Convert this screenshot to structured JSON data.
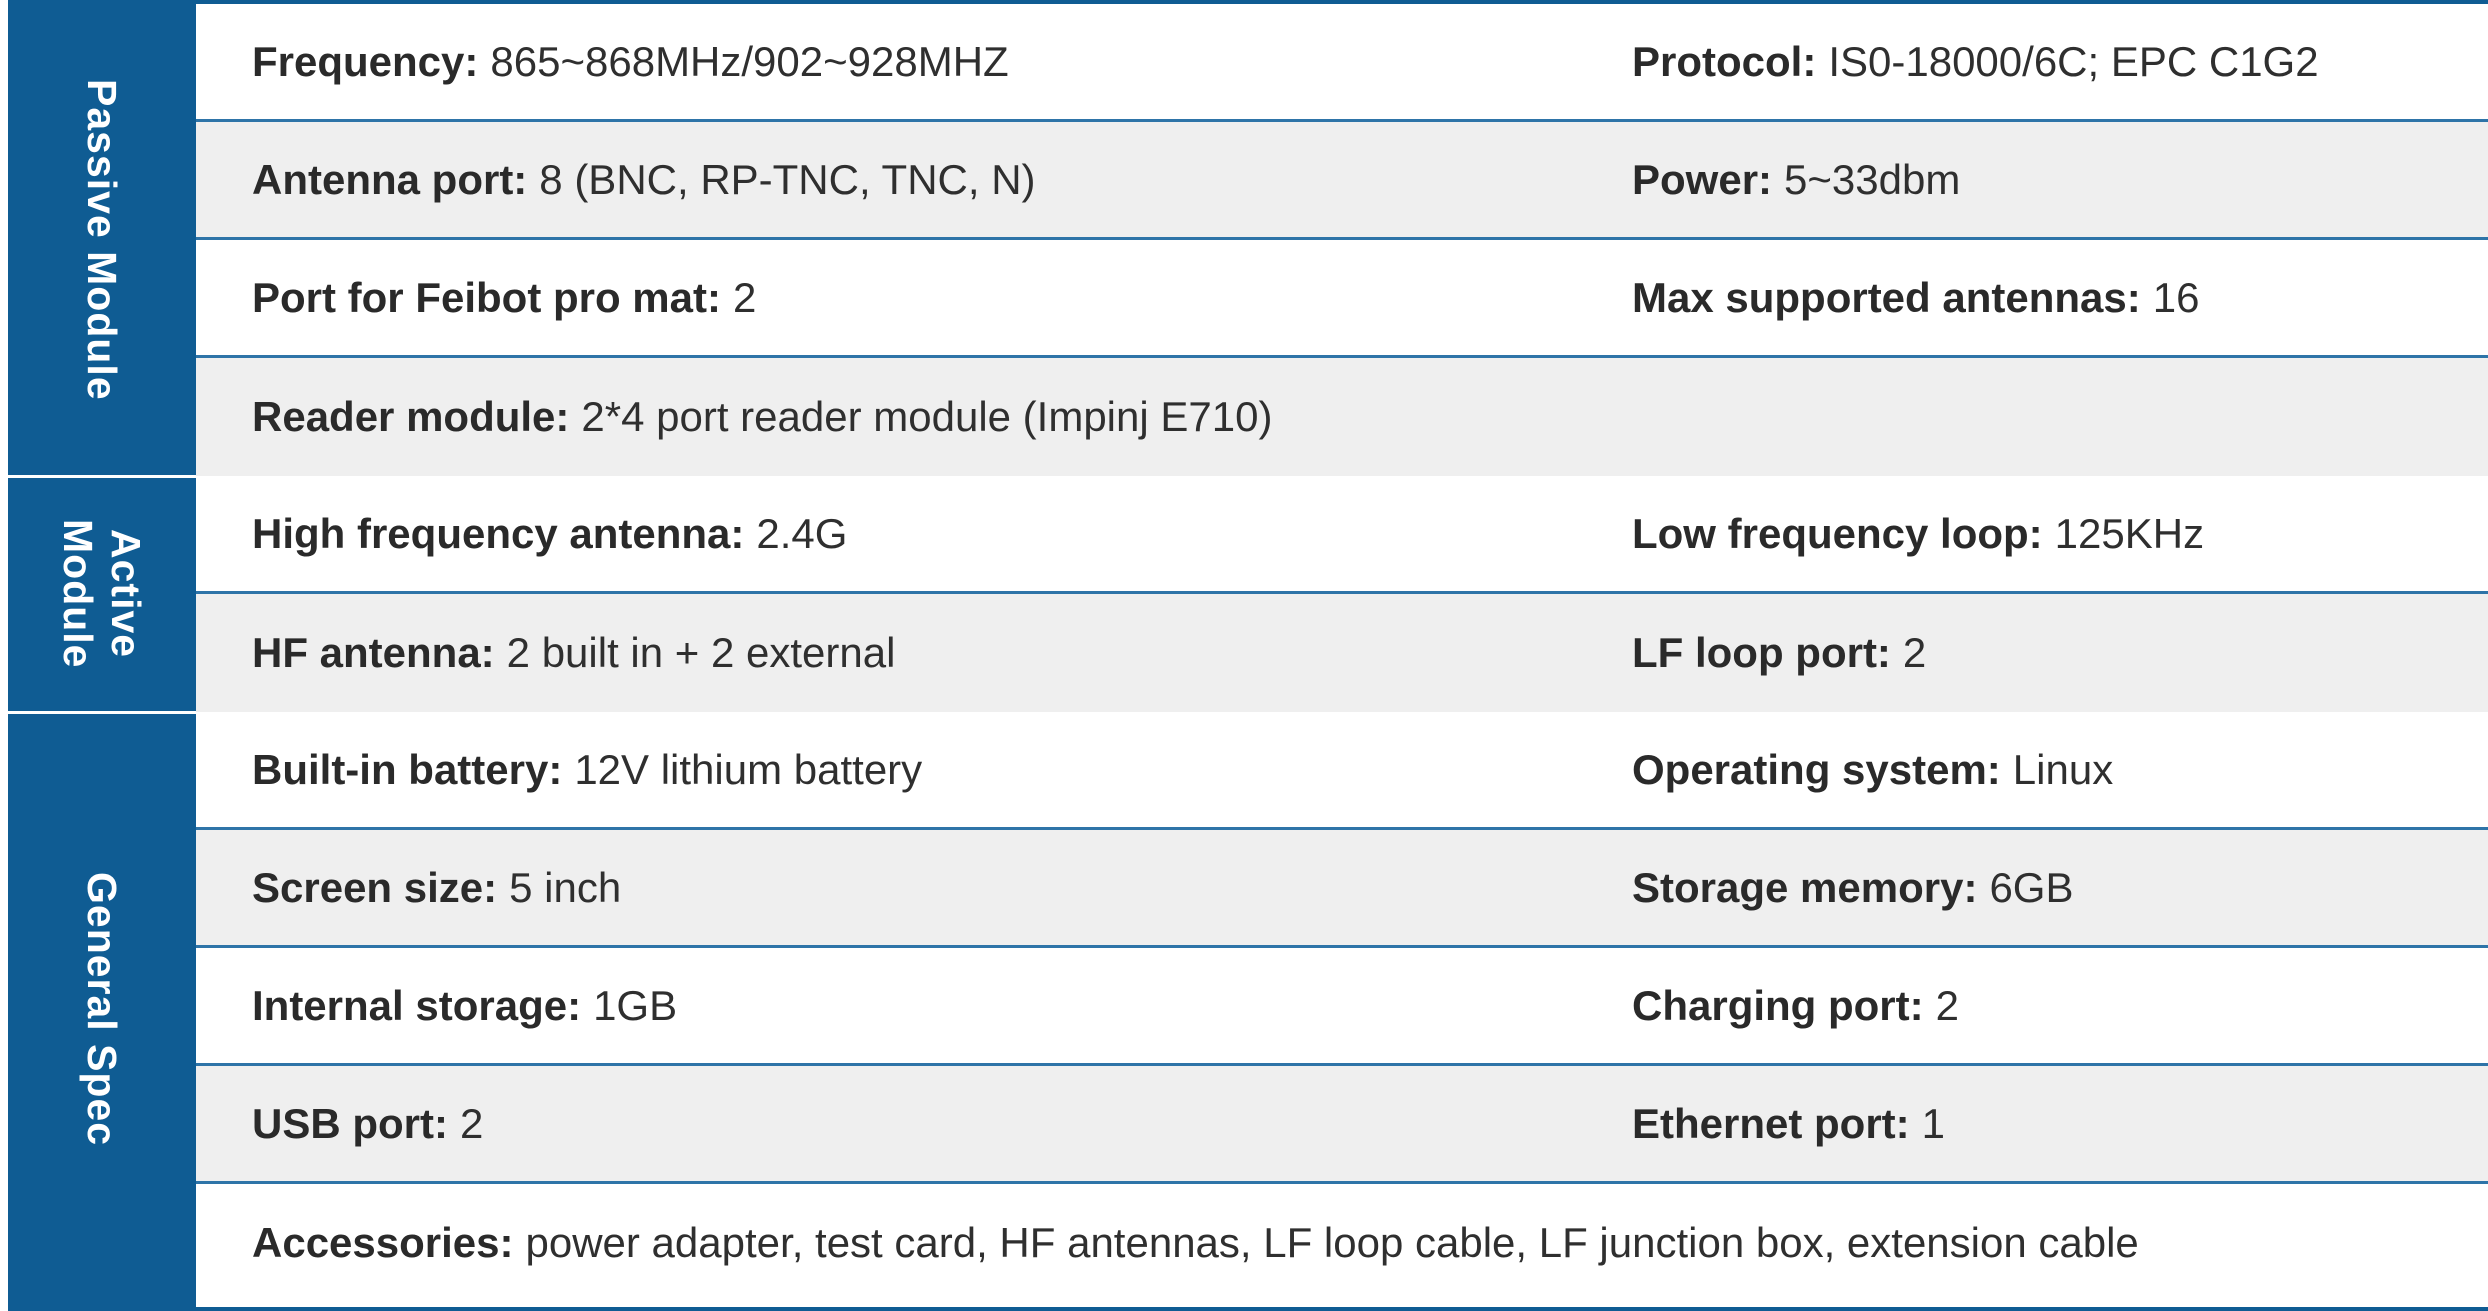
{
  "sections": [
    {
      "label": "Passive Module",
      "rows": [
        {
          "k1": "Frequency:",
          "v1": "865~868MHz/902~928MHZ",
          "k2": "Protocol:",
          "v2": "IS0-18000/6C; EPC C1G2"
        },
        {
          "k1": "Antenna port:",
          "v1": "8 (BNC, RP-TNC, TNC, N)",
          "k2": "Power:",
          "v2": "5~33dbm"
        },
        {
          "k1": "Port for Feibot pro mat:",
          "v1": "2",
          "k2": "Max supported antennas:",
          "v2": "16"
        },
        {
          "k1": "Reader module:",
          "v1": "2*4 port reader module (Impinj E710)",
          "k2": "",
          "v2": ""
        }
      ]
    },
    {
      "label": "Active\nModule",
      "rows": [
        {
          "k1": "High frequency antenna:",
          "v1": "2.4G",
          "k2": "Low frequency loop:",
          "v2": "125KHz"
        },
        {
          "k1": "HF antenna:",
          "v1": "2 built in + 2 external",
          "k2": "LF loop port:",
          "v2": "2"
        }
      ]
    },
    {
      "label": "General Spec",
      "rows": [
        {
          "k1": "Built-in battery:",
          "v1": "12V lithium battery",
          "k2": "Operating system:",
          "v2": "Linux"
        },
        {
          "k1": "Screen size:",
          "v1": "5 inch",
          "k2": "Storage memory:",
          "v2": "6GB"
        },
        {
          "k1": "Internal storage:",
          "v1": "1GB",
          "k2": "Charging port:",
          "v2": "2"
        },
        {
          "k1": "USB port:",
          "v1": "2",
          "k2": "Ethernet port:",
          "v2": "1"
        },
        {
          "k1": "Accessories:",
          "v1": "power adapter, test card, HF antennas, LF loop cable, LF junction box, extension cable",
          "k2": "",
          "v2": ""
        }
      ]
    }
  ]
}
